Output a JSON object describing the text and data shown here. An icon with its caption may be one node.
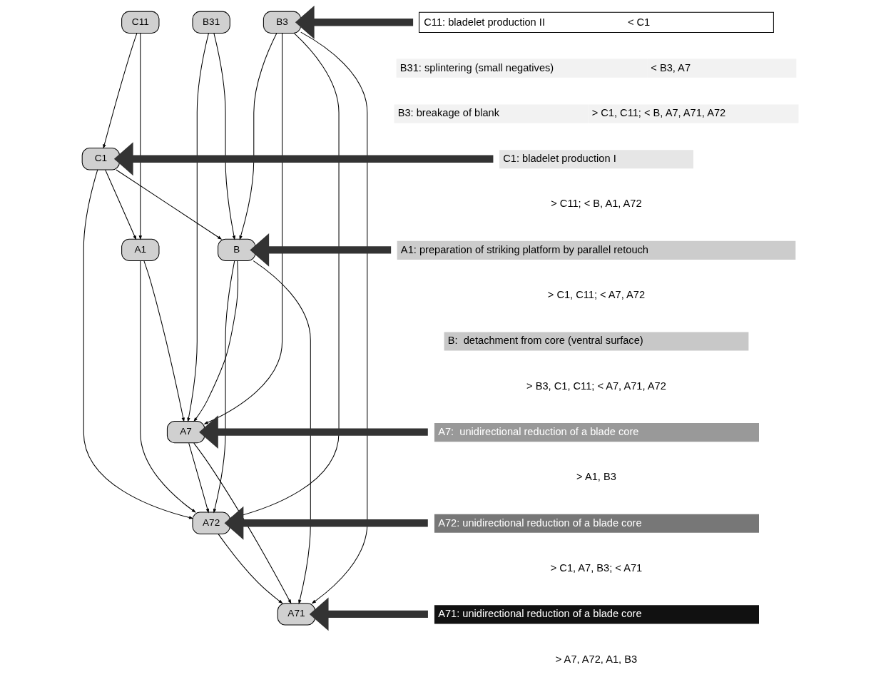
{
  "diagram": {
    "nodes": [
      {
        "text": [
          "C11"
        ]
      },
      {
        "text": [
          "B31"
        ]
      },
      {
        "text": [
          "B3"
        ]
      },
      {
        "text": [
          "C1"
        ]
      },
      {
        "text": [
          "A1"
        ]
      },
      {
        "text": [
          "B"
        ]
      },
      {
        "text": [
          "A7"
        ]
      },
      {
        "text": [
          "A72"
        ]
      },
      {
        "text": [
          "A71"
        ]
      },
      {
        "text": [
          "C11: bladelet production II",
          "< C1"
        ]
      },
      {
        "text": [
          "B31: splintering (small negatives)",
          "< B3, A7"
        ]
      },
      {
        "text": [
          "B3: breakage of blank",
          "> C1, C11; < B, A7, A71, A72"
        ]
      },
      {
        "text": [
          "C1: bladelet production I"
        ],
        "beside": [
          "> C11; < B, A1, A72"
        ]
      },
      {
        "text": [
          "A1: preparation of striking platform by parallel retouch"
        ],
        "beside": [
          "> C1, C11; < A7, A72"
        ]
      },
      {
        "text": [
          "B:  detachment from core (ventral surface)"
        ],
        "beside": [
          "> B3, C1, C11; < A7, A71, A72"
        ]
      },
      {
        "text": [
          "A7:  unidirectional reduction of a blade core"
        ],
        "beside": [
          "> A1, B3"
        ]
      },
      {
        "text": [
          "A72: unidirectional reduction of a blade core"
        ],
        "beside": [
          "> C1, A7, B3; < A71"
        ]
      },
      {
        "text": [
          "A71: unidirectional reduction of a blade core"
        ],
        "beside": [
          "> A7, A72, A1, B3"
        ]
      }
    ],
    "edges": [
      {
        "from": 0,
        "to": 3,
        "arrow": "to"
      },
      {
        "from": 0,
        "to": 4,
        "arrow": "to"
      },
      {
        "from": 1,
        "to": 5,
        "arrow": "to"
      },
      {
        "from": 1,
        "to": 6,
        "arrow": "to"
      },
      {
        "from": 2,
        "to": 5,
        "arrow": "to"
      },
      {
        "from": 2,
        "to": 6,
        "arrow": "to"
      },
      {
        "from": 2,
        "to": 7,
        "arrow": "to"
      },
      {
        "from": 2,
        "to": 8,
        "arrow": "to"
      },
      {
        "from": 3,
        "to": 4,
        "arrow": "to"
      },
      {
        "from": 3,
        "to": 5,
        "arrow": "to"
      },
      {
        "from": 3,
        "to": 7,
        "arrow": "to"
      },
      {
        "from": 4,
        "to": 6,
        "arrow": "to"
      },
      {
        "from": 4,
        "to": 7,
        "arrow": "to"
      },
      {
        "from": 5,
        "to": 6,
        "arrow": "to"
      },
      {
        "from": 5,
        "to": 7,
        "arrow": "to"
      },
      {
        "from": 5,
        "to": 8,
        "arrow": "to"
      },
      {
        "from": 6,
        "to": 7,
        "arrow": "to"
      },
      {
        "from": 6,
        "to": 8,
        "arrow": "to"
      },
      {
        "from": 7,
        "to": 8,
        "arrow": "to"
      },
      {
        "from": 9,
        "to": 2,
        "arrow": "to",
        "style": "thick"
      },
      {
        "from": 12,
        "to": 3,
        "arrow": "to",
        "style": "thick"
      },
      {
        "from": 13,
        "to": 5,
        "arrow": "to",
        "style": "thick"
      },
      {
        "from": 15,
        "to": 6,
        "arrow": "to",
        "style": "thick"
      },
      {
        "from": 16,
        "to": 7,
        "arrow": "to",
        "style": "thick"
      },
      {
        "from": 17,
        "to": 8,
        "arrow": "to",
        "style": "thick"
      }
    ]
  }
}
